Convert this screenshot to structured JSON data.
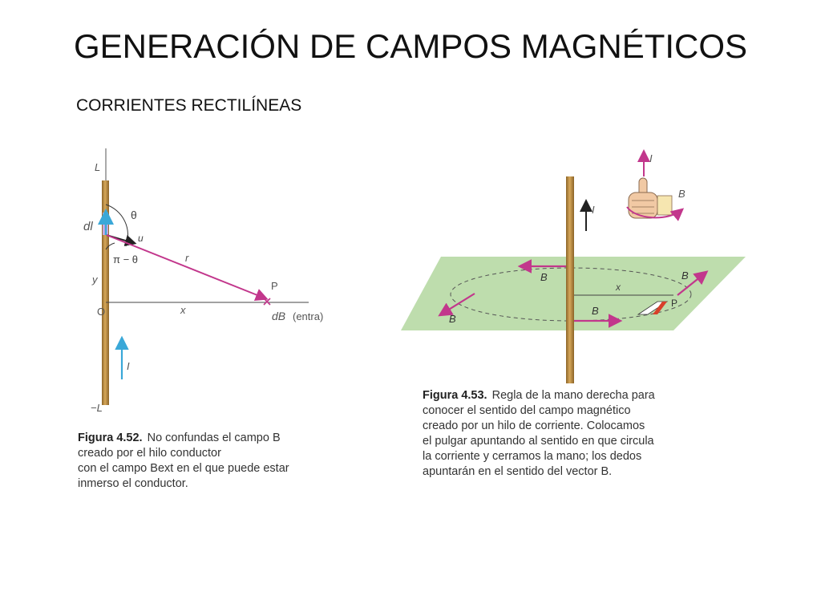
{
  "slide": {
    "title": "GENERACIÓN DE CAMPOS MAGNÉTICOS",
    "subtitle": "CORRIENTES RECTILÍNEAS"
  },
  "figure1": {
    "labels": {
      "L_top": "L",
      "L_bottom": "−L",
      "theta": "θ",
      "pi_minus_theta": "π − θ",
      "dl": "dl",
      "u": "u",
      "r": "r",
      "y": "y",
      "O": "O",
      "x": "x",
      "P": "P",
      "dB": "dB",
      "entra": "(entra)",
      "I": "I"
    },
    "caption": {
      "number": "Figura 4.52.",
      "lines": [
        "No confundas el campo B",
        "creado por el hilo conductor",
        "con el campo Bext en el que puede estar",
        "inmerso el conductor."
      ]
    }
  },
  "figure2": {
    "labels": {
      "I_wire": "I",
      "I_hand": "I",
      "B_hand": "B",
      "B_left_top": "B",
      "B_left_bottom": "B",
      "B_front": "B",
      "B_right": "B",
      "x": "x",
      "P": "P"
    },
    "caption": {
      "number": "Figura 4.53.",
      "lines": [
        "Regla de la mano derecha para",
        "conocer el sentido del campo magnético",
        "creado por un hilo de corriente. Colocamos",
        "el pulgar apuntando al sentido en que circula",
        "la corriente y cerramos la mano; los dedos",
        "apuntarán en el sentido del vector B."
      ]
    }
  },
  "colors": {
    "wire": "#b8863b",
    "magenta": "#c2378c",
    "cyan": "#3aa8d8",
    "plane": "#b7d9a4",
    "background": "#ffffff"
  }
}
